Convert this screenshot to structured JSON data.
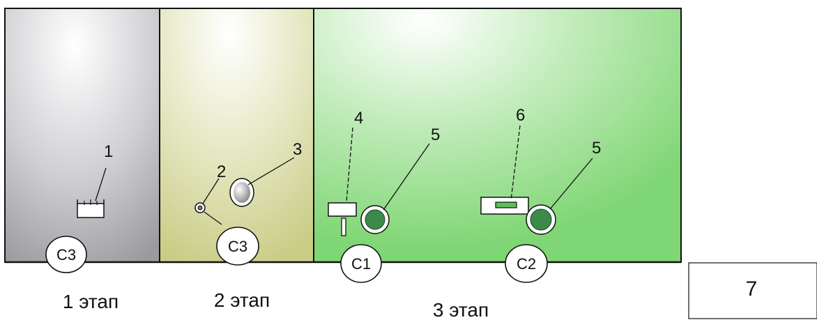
{
  "stages": [
    {
      "label": "1 этап"
    },
    {
      "label": "2 этап"
    },
    {
      "label": "3 этап"
    }
  ],
  "callouts": [
    "1",
    "2",
    "3",
    "4",
    "5",
    "6",
    "5"
  ],
  "stations": [
    "С3",
    "С3",
    "С1",
    "С2"
  ],
  "legend": {
    "label": "7"
  },
  "colors": {
    "stage1_fill": "#b4b4b8",
    "stage2_fill": "#d7daa6",
    "stage3_fill": "#9fdf97",
    "nozzle_fill": "#3c8a4a",
    "outline": "#111111"
  }
}
